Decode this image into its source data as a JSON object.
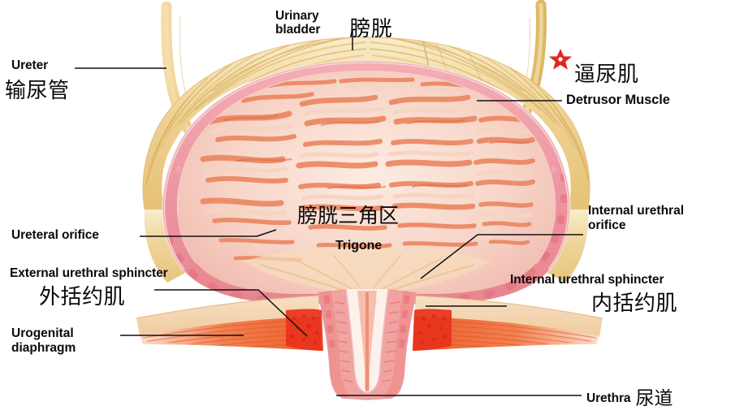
{
  "figure": {
    "title_en": "Urinary bladder",
    "title_cn": "膀胱",
    "subject": "urinary-bladder-cross-section",
    "background_color": "#ffffff"
  },
  "colors": {
    "detrusor_yellow": "#efd08a",
    "detrusor_yellow_light": "#f7e7bd",
    "muscularis_pink": "#ef9aa6",
    "muscularis_pink_light": "#f6c3c9",
    "mucosa_pink": "#f3b9b4",
    "rugae_salmon": "#ec8363",
    "interior_pale": "#fbe4d8",
    "ureter_tan": "#e9c87a",
    "diaphragm_pale": "#f2cfa4",
    "diaphragm_muscle": "#ee6b3b",
    "sphincter_red": "#e8321c",
    "star_red": "#e1261d",
    "leader_line": "#111111",
    "text": "#0a0a0a"
  },
  "labels": {
    "urinary_bladder": {
      "en_line1": "Urinary",
      "en_line2": "bladder",
      "cn": "膀胱"
    },
    "ureter": {
      "en": "Ureter",
      "cn": "输尿管"
    },
    "detrusor_muscle": {
      "cn": "逼尿肌",
      "en": "Detrusor Muscle",
      "marker": "red-star"
    },
    "ureteral_orifice": {
      "en": "Ureteral orifice"
    },
    "internal_urethral_orifice": {
      "en_line1": "Internal urethral",
      "en_line2": "orifice"
    },
    "trigone": {
      "cn": "膀胱三角区",
      "en": "Trigone"
    },
    "external_urethral_sphincter": {
      "en": "External urethral sphincter",
      "cn": "外括约肌"
    },
    "internal_urethral_sphincter": {
      "en": "Internal urethral sphincter",
      "cn": "内括约肌"
    },
    "urogenital_diaphragm": {
      "en_line1": "Urogenital",
      "en_line2": "diaphragm"
    },
    "urethra": {
      "en": "Urethra",
      "cn": "尿道"
    }
  }
}
